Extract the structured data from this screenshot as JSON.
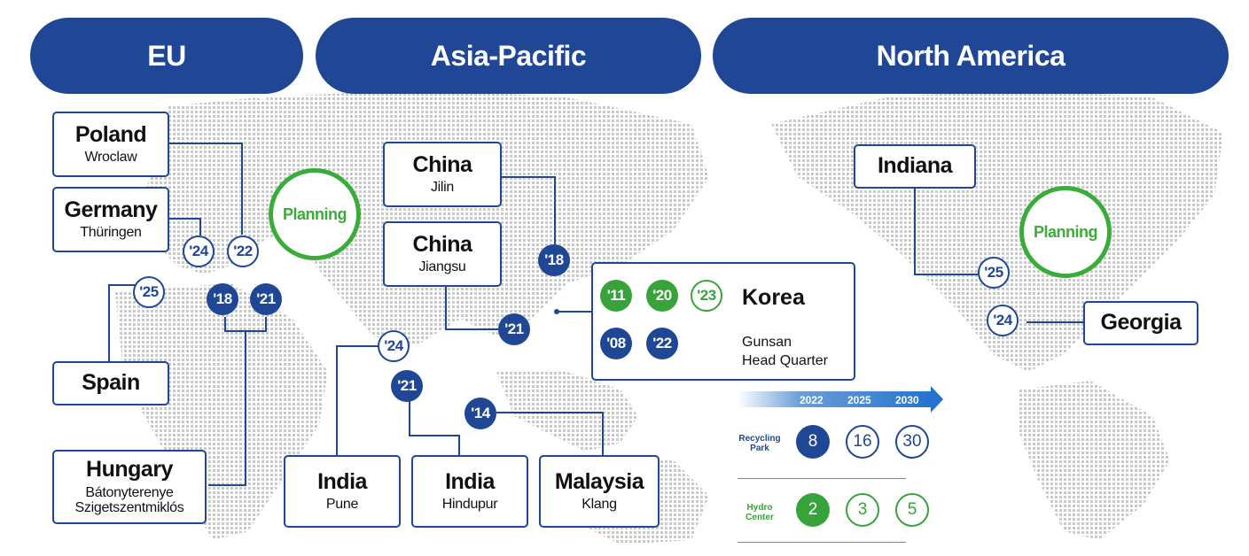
{
  "colors": {
    "navy": "#1f4796",
    "green": "#37a33a"
  },
  "headers": {
    "eu": "EU",
    "asia": "Asia-Pacific",
    "na": "North America"
  },
  "planning": {
    "eu": "Planning",
    "na": "Planning"
  },
  "sites": {
    "poland": {
      "country": "Poland",
      "city": "Wroclaw"
    },
    "germany": {
      "country": "Germany",
      "city": "Thüringen"
    },
    "spain": {
      "country": "Spain"
    },
    "hungary": {
      "country": "Hungary",
      "city1": "Bátonyterenye",
      "city2": "Szigetszentmiklós"
    },
    "china_jilin": {
      "country": "China",
      "city": "Jilin"
    },
    "china_jiangsu": {
      "country": "China",
      "city": "Jiangsu"
    },
    "india_pune": {
      "country": "India",
      "city": "Pune"
    },
    "india_hindupur": {
      "country": "India",
      "city": "Hindupur"
    },
    "malaysia": {
      "country": "Malaysia",
      "city": "Klang"
    },
    "korea": {
      "country": "Korea",
      "city1": "Gunsan",
      "city2": "Head Quarter"
    },
    "indiana": {
      "country": "Indiana"
    },
    "georgia": {
      "country": "Georgia"
    }
  },
  "badges": {
    "germany_24": "'24",
    "poland_22": "'22",
    "spain_25": "'25",
    "hungary_18": "'18",
    "hungary_21": "'21",
    "jilin_18": "'18",
    "jiangsu_21": "'21",
    "pune_24": "'24",
    "hindupur_21": "'21",
    "klang_14": "'14",
    "korea_11": "'11",
    "korea_20": "'20",
    "korea_23": "'23",
    "korea_08": "'08",
    "korea_22": "'22",
    "indiana_25": "'25",
    "georgia_24": "'24"
  },
  "legend": {
    "years": [
      "2022",
      "2025",
      "2030"
    ],
    "recycling_label": "Recycling Park",
    "hydro_label": "Hydro Center",
    "recycling_values": [
      "8",
      "16",
      "30"
    ],
    "hydro_values": [
      "2",
      "3",
      "5"
    ]
  }
}
